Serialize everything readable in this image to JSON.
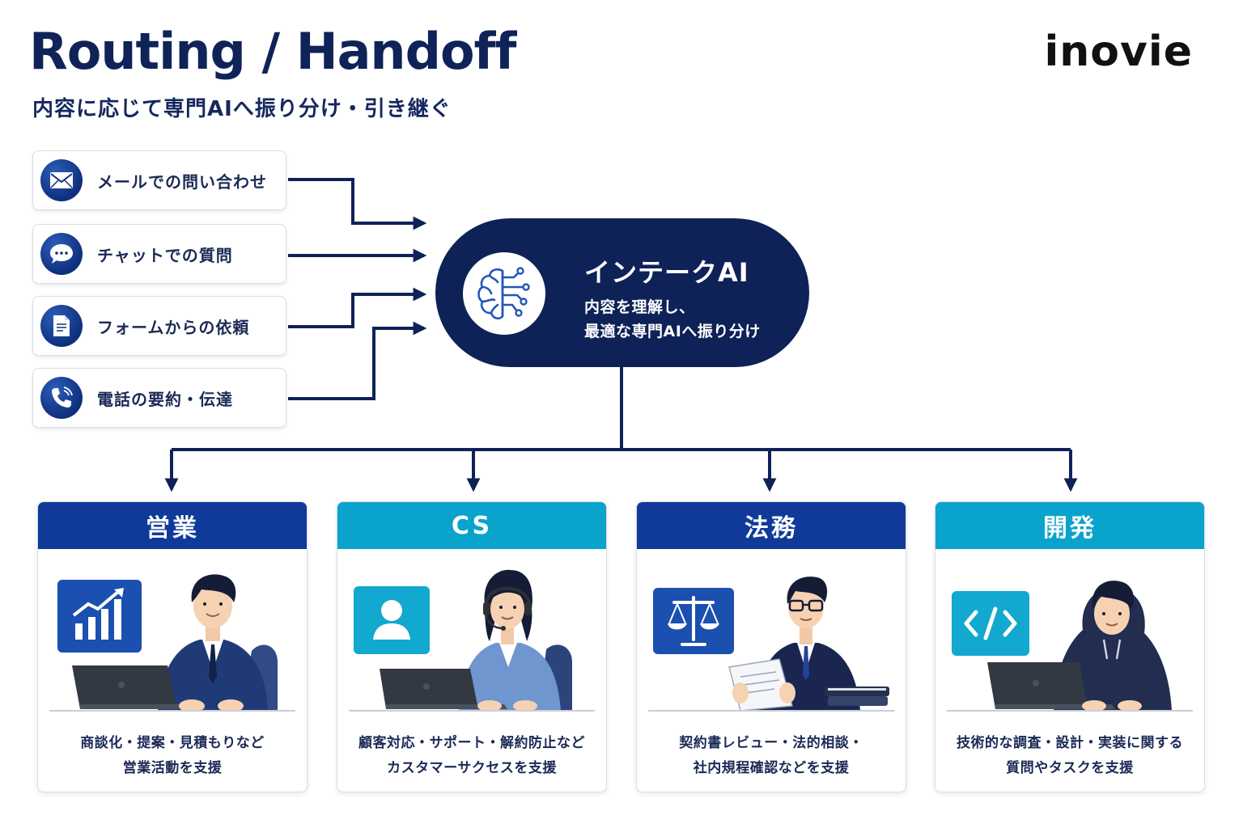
{
  "header": {
    "title": "Routing / Handoff",
    "subtitle": "内容に応じて専門AIへ振り分け・引き継ぐ",
    "logo": "inovie"
  },
  "sources": [
    {
      "label": "メールでの問い合わせ",
      "icon": "mail-icon"
    },
    {
      "label": "チャットでの質問",
      "icon": "chat-bubble-icon"
    },
    {
      "label": "フォームからの依頼",
      "icon": "document-icon"
    },
    {
      "label": "電話の要約・伝達",
      "icon": "phone-icon"
    }
  ],
  "hub": {
    "title": "インテークAI",
    "desc_line1": "内容を理解し、",
    "desc_line2": "最適な専門AIへ振り分け",
    "icon": "brain-circuit-icon"
  },
  "departments": [
    {
      "title": "営業",
      "color": "#0f3a9a",
      "icon": "growth-chart-icon",
      "desc_line1": "商談化・提案・見積もりなど",
      "desc_line2": "営業活動を支援"
    },
    {
      "title": "CS",
      "color": "#0aa3cc",
      "icon": "user-icon",
      "desc_line1": "顧客対応・サポート・解約防止など",
      "desc_line2": "カスタマーサクセスを支援"
    },
    {
      "title": "法務",
      "color": "#0f3a9a",
      "icon": "scales-icon",
      "desc_line1": "契約書レビュー・法的相談・",
      "desc_line2": "社内規程確認などを支援"
    },
    {
      "title": "開発",
      "color": "#0aa3cc",
      "icon": "code-icon",
      "desc_line1": "技術的な調査・設計・実装に関する",
      "desc_line2": "質問やタスクを支援"
    }
  ],
  "colors": {
    "navy": "#0e2257",
    "blue": "#0f3a9a",
    "cyan": "#0aa3cc"
  }
}
